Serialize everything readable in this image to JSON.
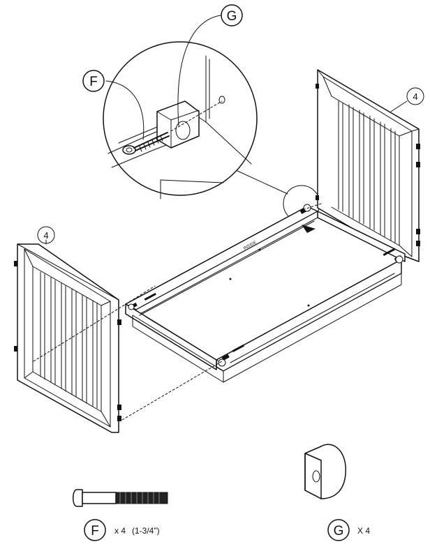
{
  "callouts": {
    "hardware_f_letter": "F",
    "hardware_g_letter": "G",
    "panel_number_right": "4",
    "panel_number_left": "4"
  },
  "rail_marking": "INSIDE",
  "parts": {
    "f": {
      "letter": "F",
      "quantity": "x 4",
      "size": "(1-3/4\")"
    },
    "g": {
      "letter": "G",
      "quantity": "X 4"
    }
  }
}
